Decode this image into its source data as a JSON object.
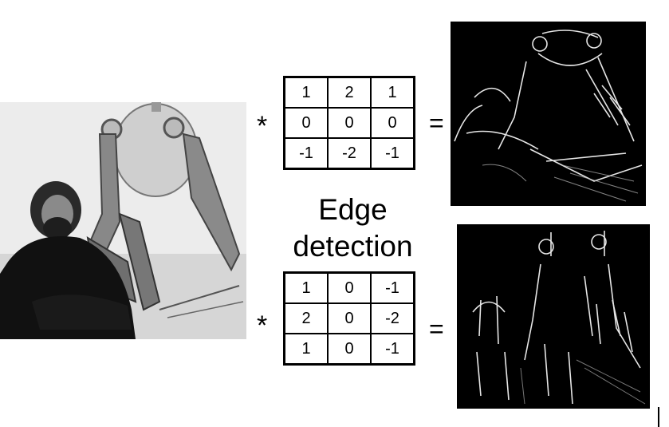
{
  "operators": {
    "convolve": "*",
    "equals": "="
  },
  "caption": {
    "line1": "Edge",
    "line2": "detection"
  },
  "kernels": [
    {
      "rows": [
        [
          "1",
          "2",
          "1"
        ],
        [
          "0",
          "0",
          "0"
        ],
        [
          "-1",
          "-2",
          "-1"
        ]
      ]
    },
    {
      "rows": [
        [
          "1",
          "0",
          "-1"
        ],
        [
          "2",
          "0",
          "-2"
        ],
        [
          "1",
          "0",
          "-1"
        ]
      ]
    }
  ],
  "images": {
    "input": "black-and-white photo of a bearded man crouching beside a large walking robot",
    "output_top": "horizontal edge response image of the robot photo",
    "output_bottom": "vertical edge response image of the robot photo"
  },
  "colors": {
    "background": "#ffffff",
    "ink": "#000000",
    "edge_background": "#000000",
    "edge_line": "#ffffff"
  }
}
